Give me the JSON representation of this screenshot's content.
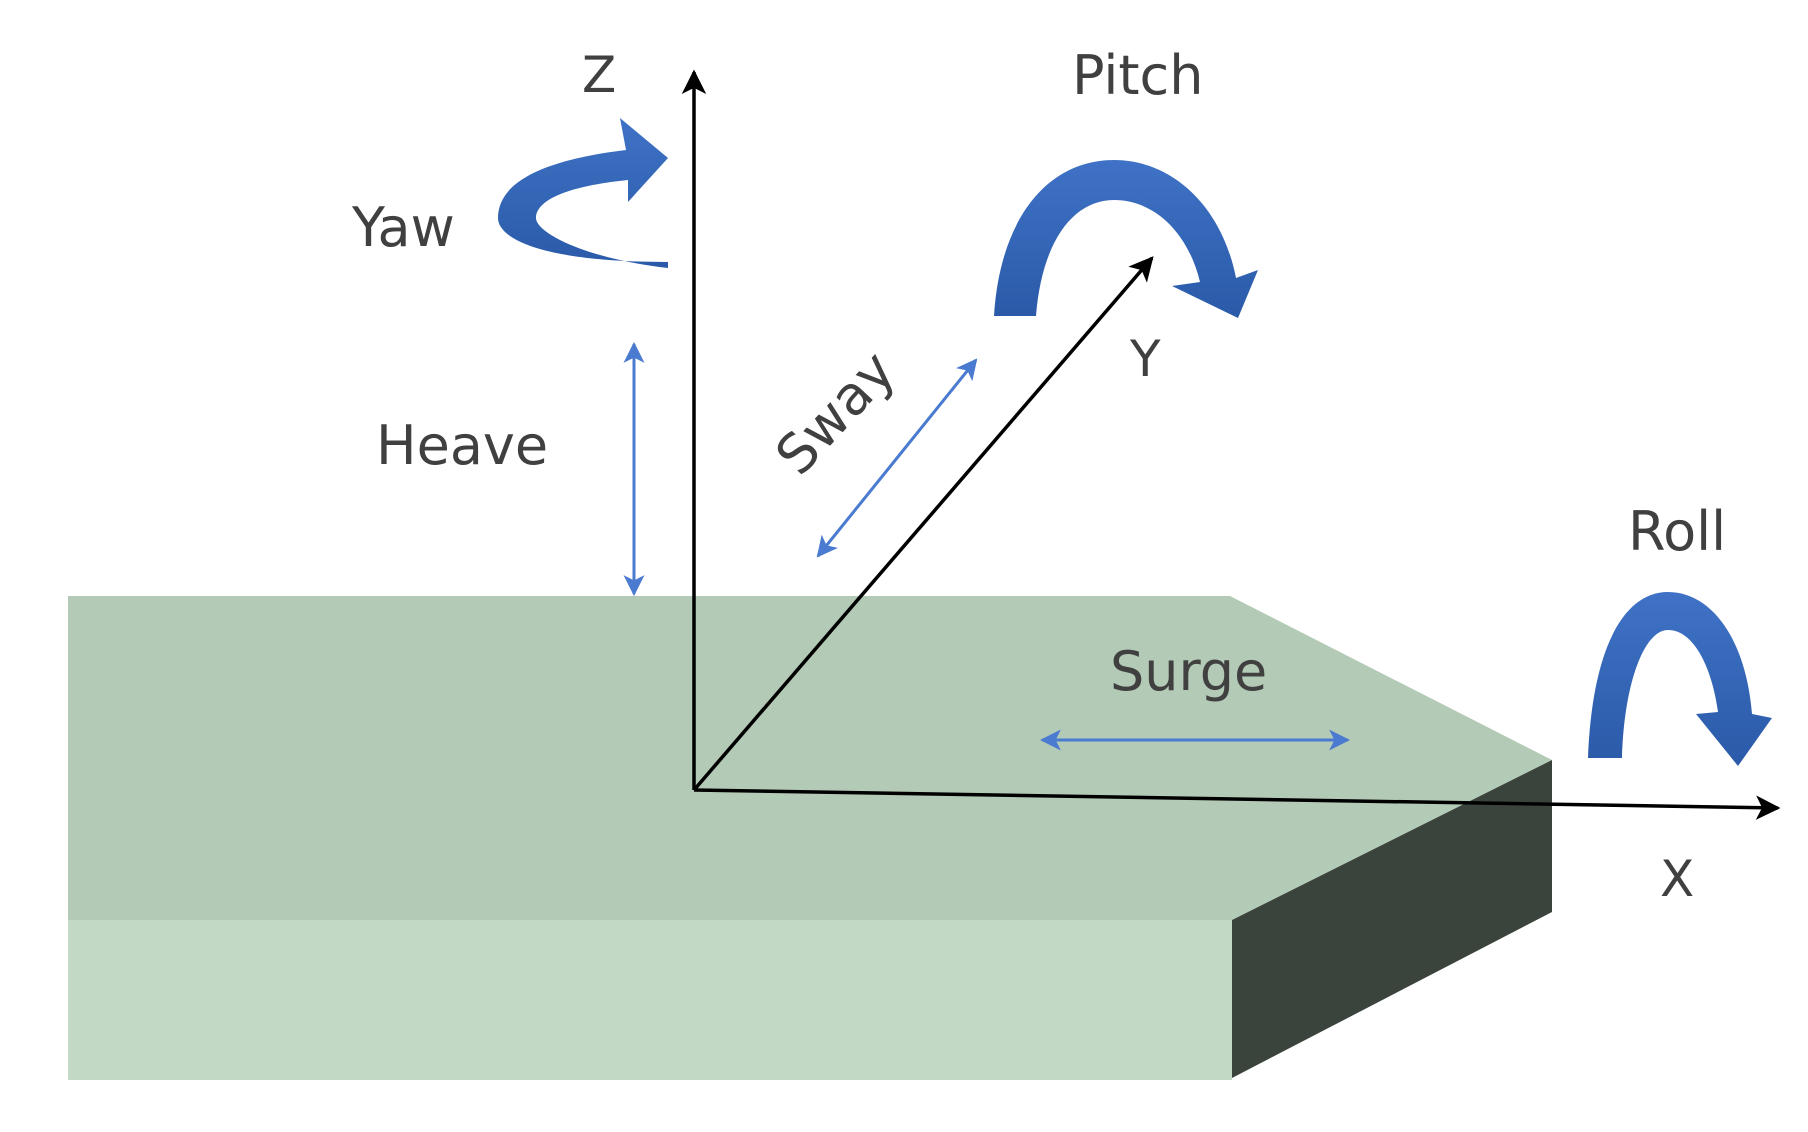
{
  "axes": {
    "x": "X",
    "y": "Y",
    "z": "Z"
  },
  "motions": {
    "yaw": "Yaw",
    "pitch": "Pitch",
    "roll": "Roll",
    "heave": "Heave",
    "sway": "Sway",
    "surge": "Surge"
  },
  "colors": {
    "plate_top": "#b3cab6",
    "plate_front": "#c1d9c5",
    "plate_side": "#3a443d",
    "axis": "#000000",
    "translation_arrow": "#4a7bd0",
    "rotation_arrow": "#2f5fb3",
    "label_text": "#404040"
  }
}
